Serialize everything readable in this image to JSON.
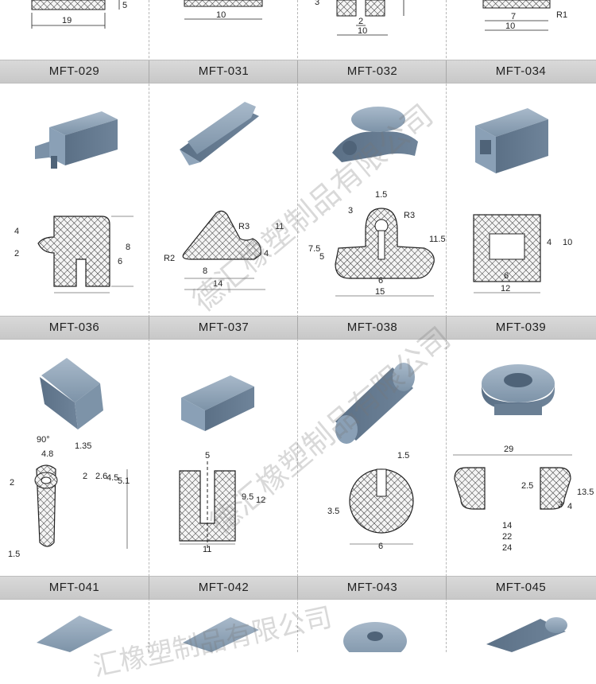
{
  "labels": {
    "row1": [
      "MFT-029",
      "MFT-031",
      "MFT-032",
      "MFT-034"
    ],
    "row2": [
      "MFT-036",
      "MFT-037",
      "MFT-038",
      "MFT-039"
    ],
    "row3": [
      "MFT-041",
      "MFT-042",
      "MFT-043",
      "MFT-045"
    ]
  },
  "top_dims": {
    "c1": [
      "19",
      "5"
    ],
    "c2": [
      "10"
    ],
    "c3": [
      "2",
      "10",
      "3"
    ],
    "c4": [
      "7",
      "10",
      "R1"
    ]
  },
  "dims_row1": {
    "mft029": [
      "4",
      "2",
      "8",
      "6"
    ],
    "mft031": [
      "R2",
      "8",
      "14",
      "R3",
      "11",
      "4"
    ],
    "mft032": [
      "1.5",
      "3",
      "R3",
      "7.5",
      "5",
      "11.5",
      "6",
      "15"
    ],
    "mft034": [
      "4",
      "10",
      "6",
      "12"
    ]
  },
  "dims_row2": {
    "mft036": [
      "90°",
      "4.8",
      "1.35",
      "2",
      "2",
      "2.6",
      "4.5",
      "5.1",
      "1.5"
    ],
    "mft037": [
      "5",
      "9.5",
      "12",
      "11"
    ],
    "mft038": [
      "1.5",
      "3.5",
      "6"
    ],
    "mft039": [
      "29",
      "2.5",
      "13.5",
      "3",
      "4",
      "14",
      "22",
      "24"
    ]
  },
  "watermarks": [
    "德汇橡塑制品有限公司",
    "德汇橡塑制品有限公司",
    "汇橡塑制品有限公司"
  ],
  "colors": {
    "rubber": "#6e8499",
    "rubber_light": "#8fa3b7",
    "rubber_dark": "#51657a",
    "band": "#d0d0d0"
  }
}
